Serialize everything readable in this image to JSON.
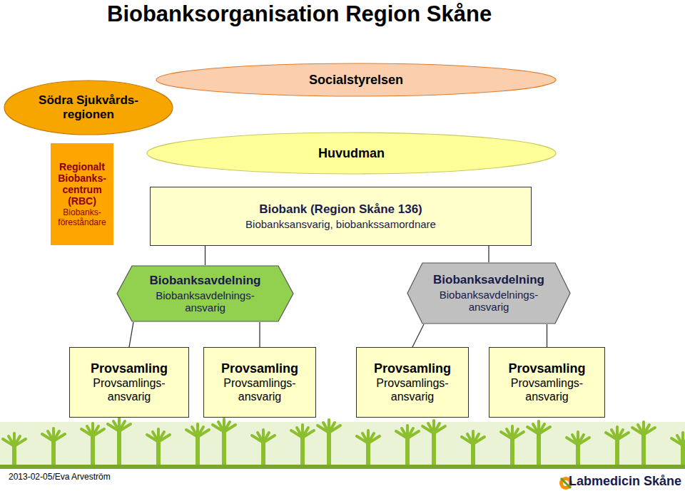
{
  "diagram": {
    "title": "Biobanksorganisation Region Skåne",
    "nodes": [
      {
        "text": [
          "Socialstyrelsen"
        ]
      },
      {
        "text": [
          "Södra Sjukvårds- regionen"
        ]
      },
      {
        "text": [
          "Regionalt Biobanks- centrum (RBC)",
          "Biobanks- föreståndare"
        ]
      },
      {
        "text": [
          "Huvudman"
        ]
      },
      {
        "text": [
          "Biobank (Region Skåne 136)",
          "Biobanksansvarig, biobankssamordnare"
        ]
      },
      {
        "text": [
          "Biobanksavdelning",
          "Biobanksavdelnings- ansvarig"
        ]
      },
      {
        "text": [
          "Biobanksavdelning",
          "Biobanksavdelnings- ansvarig"
        ]
      },
      {
        "text": [
          "Provsamling",
          "Provsamlings- ansvarig"
        ]
      },
      {
        "text": [
          "Provsamling",
          "Provsamlings- ansvarig"
        ]
      },
      {
        "text": [
          "Provsamling",
          "Provsamlings- ansvarig"
        ]
      },
      {
        "text": [
          "Provsamling",
          "Provsamlings- ansvarig"
        ]
      }
    ],
    "edges": [
      {
        "from": 4,
        "to": 5,
        "arrow": "none"
      },
      {
        "from": 4,
        "to": 6,
        "arrow": "none"
      },
      {
        "from": 5,
        "to": 7,
        "arrow": "none"
      },
      {
        "from": 5,
        "to": 8,
        "arrow": "none"
      },
      {
        "from": 6,
        "to": 9,
        "arrow": "none"
      },
      {
        "from": 6,
        "to": 10,
        "arrow": "none"
      }
    ],
    "labels": [
      "2013-02-05/Eva Arveström",
      "Labmedicin Skåne"
    ]
  }
}
